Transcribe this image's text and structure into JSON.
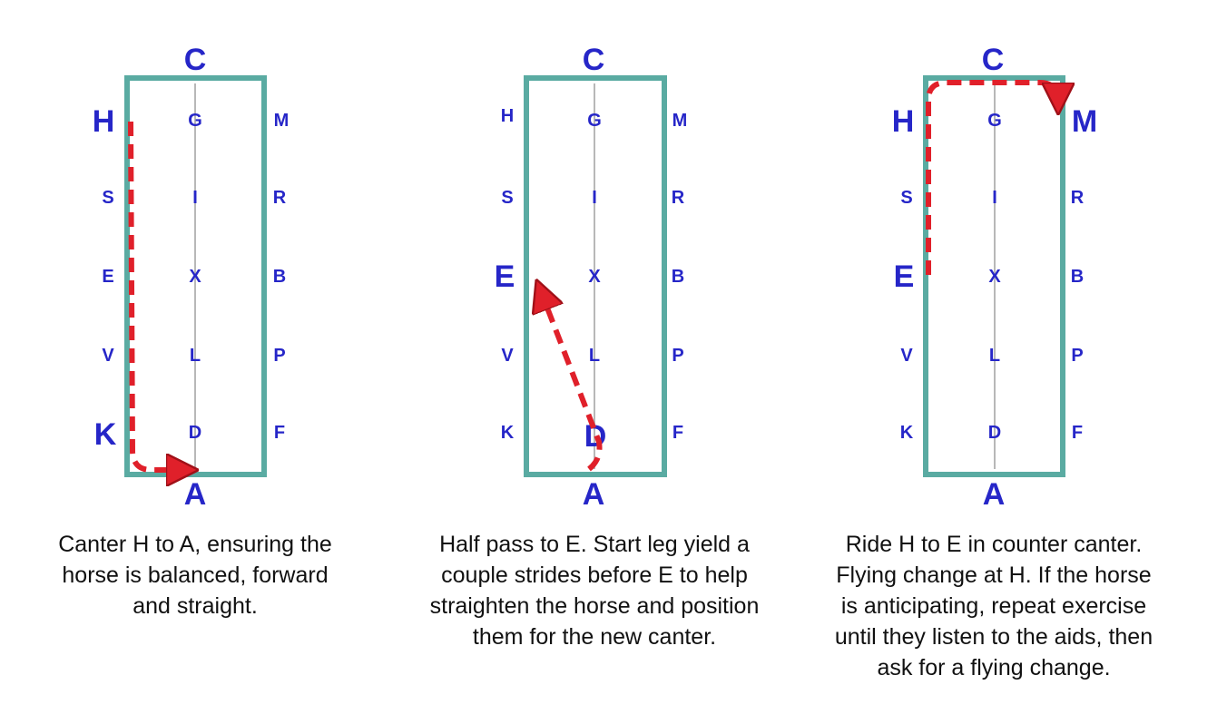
{
  "colors": {
    "arena_border": "#5aaba2",
    "letters": "#2626c8",
    "path": "#e0202a",
    "centerline": "#b8b8b8",
    "caption_text": "#111111"
  },
  "panels": [
    {
      "id": "canter-h-to-a",
      "letters": {
        "C": "C",
        "A": "A",
        "H": "H",
        "S": "S",
        "E": "E",
        "V": "V",
        "K": "K",
        "M": "M",
        "R": "R",
        "B": "B",
        "P": "P",
        "F": "F",
        "G": "G",
        "I": "I",
        "X": "X",
        "L": "L",
        "D": "D"
      },
      "emphasized": [
        "H",
        "K",
        "C",
        "A"
      ],
      "caption_lines": [
        "Canter H to A, ensuring the",
        "horse is balanced, forward",
        "and straight."
      ]
    },
    {
      "id": "half-pass-to-e",
      "letters": {
        "C": "C",
        "A": "A",
        "H": "H",
        "S": "S",
        "E": "E",
        "V": "V",
        "K": "K",
        "M": "M",
        "R": "R",
        "B": "B",
        "P": "P",
        "F": "F",
        "G": "G",
        "I": "I",
        "X": "X",
        "L": "L",
        "D": "D"
      },
      "emphasized": [
        "E",
        "D",
        "C",
        "A"
      ],
      "caption_lines": [
        "Half pass to E. Start leg yield a",
        "couple strides before E to help",
        "straighten the horse and position",
        "them for the new canter."
      ]
    },
    {
      "id": "counter-canter-h-to-e",
      "letters": {
        "C": "C",
        "A": "A",
        "H": "H",
        "S": "S",
        "E": "E",
        "V": "V",
        "K": "K",
        "M": "M",
        "R": "R",
        "B": "B",
        "P": "P",
        "F": "F",
        "G": "G",
        "I": "I",
        "X": "X",
        "L": "L",
        "D": "D"
      },
      "emphasized": [
        "H",
        "E",
        "M",
        "C",
        "A"
      ],
      "caption_lines": [
        "Ride H to E in counter canter.",
        "Flying change at H. If the horse",
        "is anticipating, repeat exercise",
        "until they listen to the aids, then",
        "ask for a flying change."
      ]
    }
  ]
}
